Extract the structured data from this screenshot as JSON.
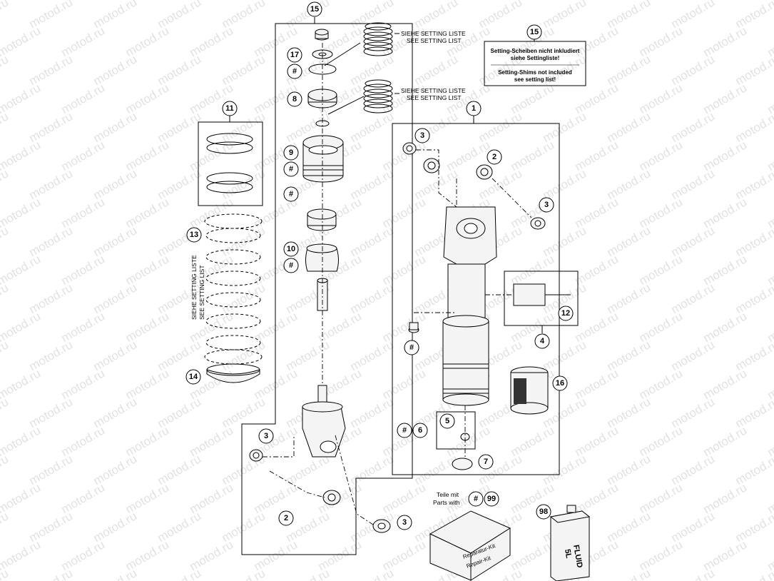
{
  "watermark": "motod.ru",
  "callouts": {
    "c15_top": "15",
    "c17": "17",
    "c8": "8",
    "c9": "9",
    "c10": "10",
    "c11": "11",
    "c13": "13",
    "c14": "14",
    "c1": "1",
    "c2_right": "2",
    "c3_right_top": "3",
    "c3_right_mid": "3",
    "c12": "12",
    "c4": "4",
    "c16": "16",
    "c5": "5",
    "c6": "6",
    "c7": "7",
    "c3_left": "3",
    "c2_left": "2",
    "c3_left_bottom": "3",
    "c99": "99",
    "c98": "98",
    "c15_note": "15",
    "hash": "#"
  },
  "setting_list_label_de": "SIEHE SETTING LISTE",
  "setting_list_label_en": "SEE SETTING LIST",
  "note_box": {
    "line1": "Setting-Scheiben nicht inkludiert",
    "line2": "siehe Settingliste!",
    "line3": "Setting-Shims not included",
    "line4": "see setting list!"
  },
  "parts_with": {
    "de": "Teile mit",
    "en": "Parts with"
  },
  "repair_kit": {
    "de": "Reparatur-Kit",
    "en": "Repair-Kit"
  },
  "fluid_can": {
    "line1": "FLUID",
    "line2": "5L"
  }
}
